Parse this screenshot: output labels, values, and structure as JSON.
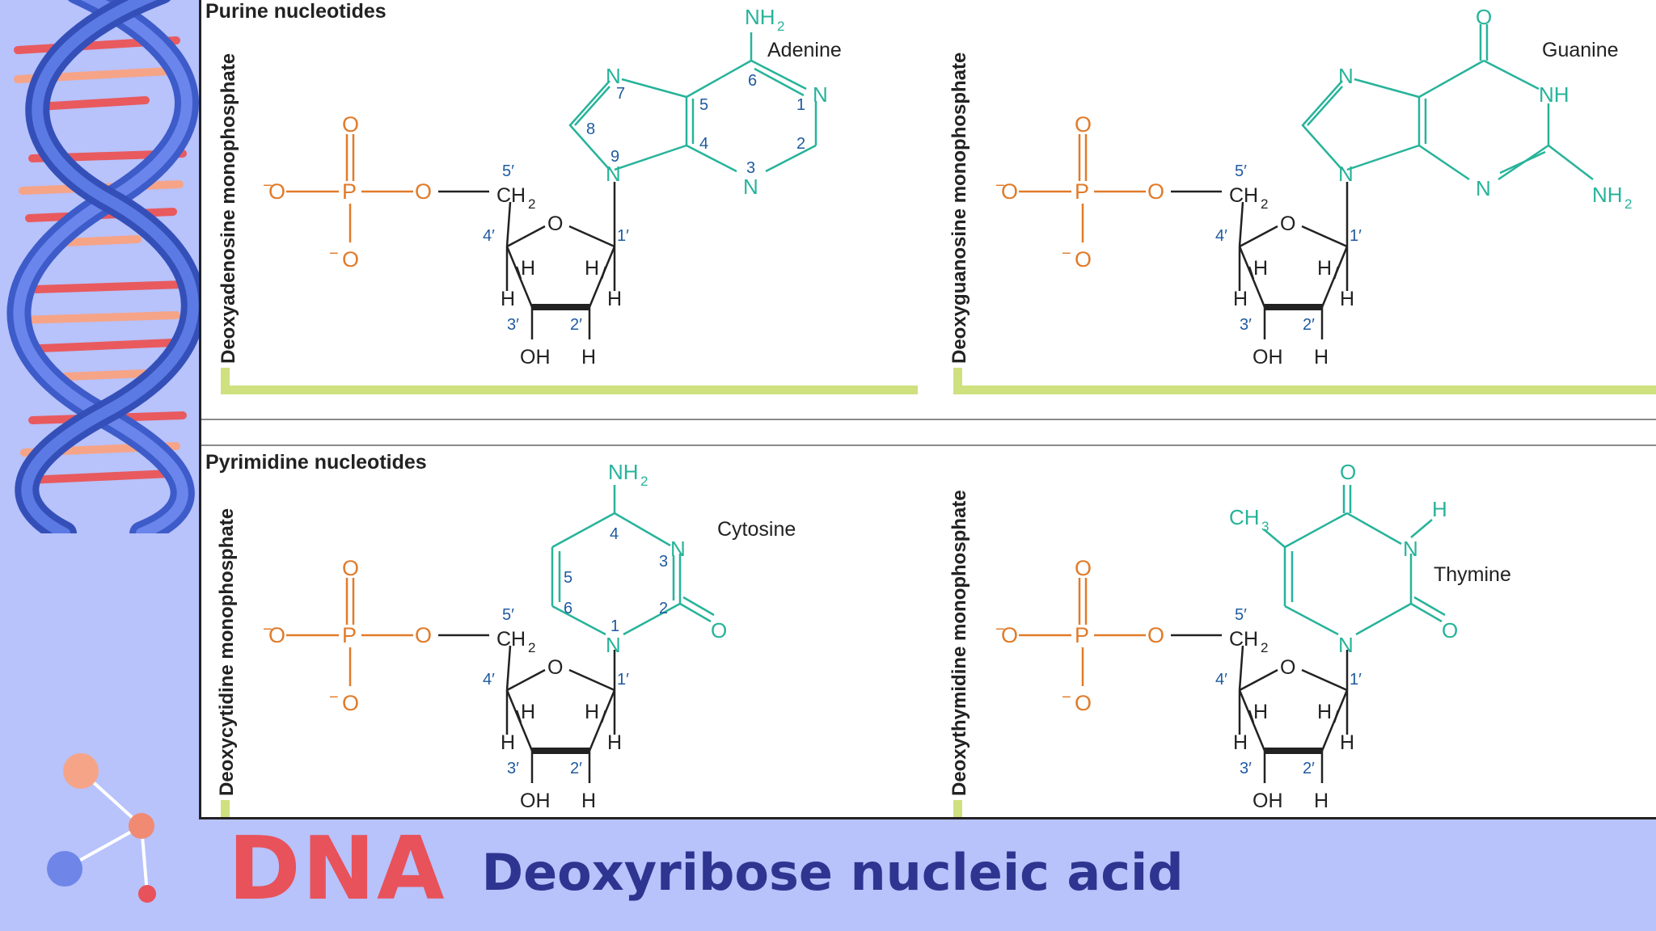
{
  "sections": {
    "purine_title": "Purine nucleotides",
    "pyrimidine_title": "Pyrimidine nucleotides"
  },
  "panels": {
    "dAMP": {
      "label": "Deoxyadenosine monophosphate",
      "base_name": "Adenine"
    },
    "dGMP": {
      "label": "Deoxyguanosine monophosphate",
      "base_name": "Guanine"
    },
    "dCMP": {
      "label": "Deoxycytidine monophosphate",
      "base_name": "Cytosine"
    },
    "dTMP": {
      "label": "Deoxythymidine monophosphate",
      "base_name": "Thymine"
    }
  },
  "footer": {
    "acronym": "DNA",
    "expansion": "Deoxyribose nucleic acid"
  },
  "colors": {
    "background": "#b8c2fb",
    "phosphate": "#e07b2a",
    "base": "#27b39a",
    "numbering": "#1f5aa0",
    "accent_red": "#e8525a",
    "accent_navy": "#2e3590",
    "green_bar": "#cfe07f"
  },
  "icons": [
    "dna-helix-icon",
    "molecule-icon"
  ]
}
